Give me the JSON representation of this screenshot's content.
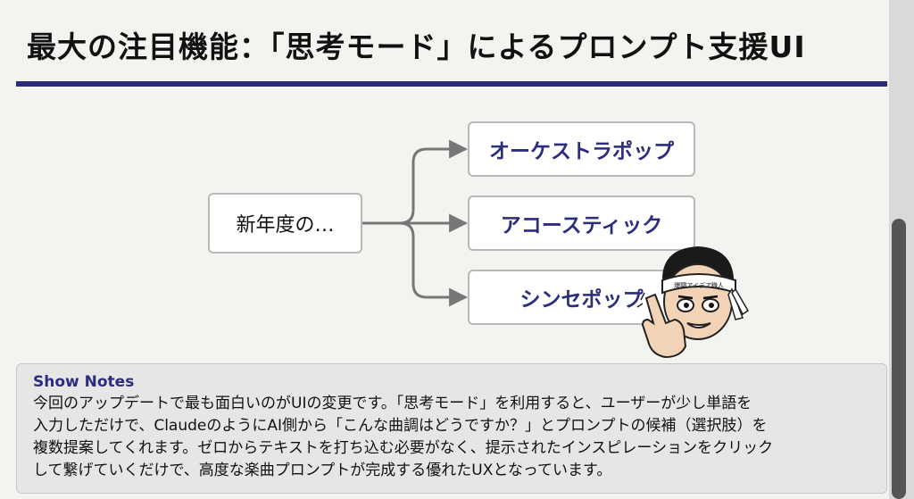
{
  "slide": {
    "title": "最大の注目機能：「思考モード」によるプロンプト支援UI",
    "accent_color": "#2b2d7e"
  },
  "diagram": {
    "root": "新年度の…",
    "options": [
      "オーケストラポップ",
      "アコースティック",
      "シンセポップ"
    ]
  },
  "mascot": {
    "headband_text": "爆闘アイデア職人",
    "icon": "pointing-finger-icon"
  },
  "show_notes": {
    "title": "Show Notes",
    "lines": [
      "今回のアップデートで最も面白いのがUIの変更です。「思考モード」を利用すると、ユーザーが少し単語を",
      "入力しただけで、ClaudeのようにAI側から「こんな曲調はどうですか？」とプロンプトの候補（選択肢）を",
      "複数提案してくれます。ゼロからテキストを打ち込む必要がなく、提示されたインスピレーションをクリック",
      "して繋げていくだけで、高度な楽曲プロンプトが完成する優れたUXとなっています。"
    ]
  }
}
